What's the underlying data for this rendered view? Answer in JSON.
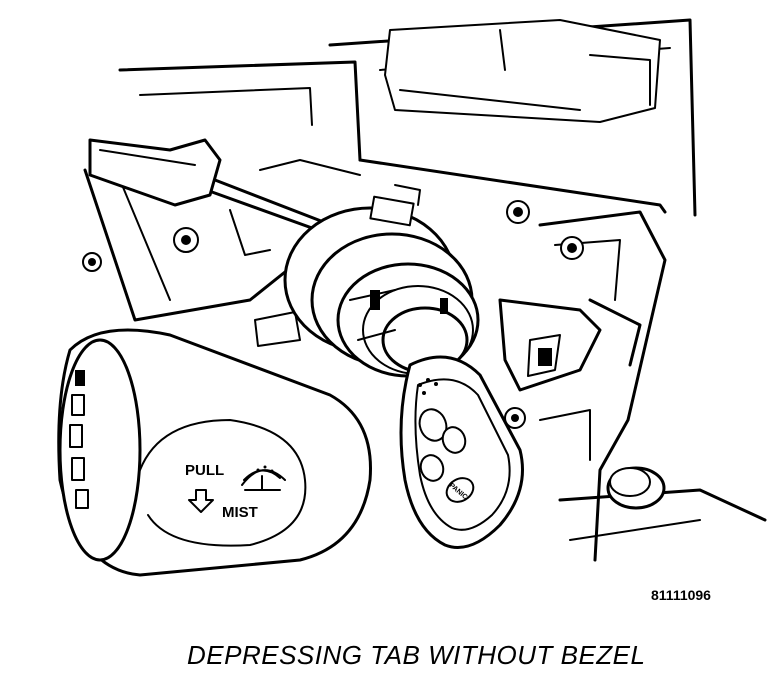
{
  "figure": {
    "number": "81111096",
    "caption": "DEPRESSING TAB WITHOUT BEZEL"
  },
  "stalk_labels": {
    "line1": "PULL",
    "line2": "MIST"
  },
  "key_fob": {
    "button_label": "PANIC"
  },
  "icons": [
    "wiper-icon",
    "down-arrow-icon",
    "screwdriver-icon",
    "ignition-cylinder-icon",
    "key-fob-icon"
  ]
}
